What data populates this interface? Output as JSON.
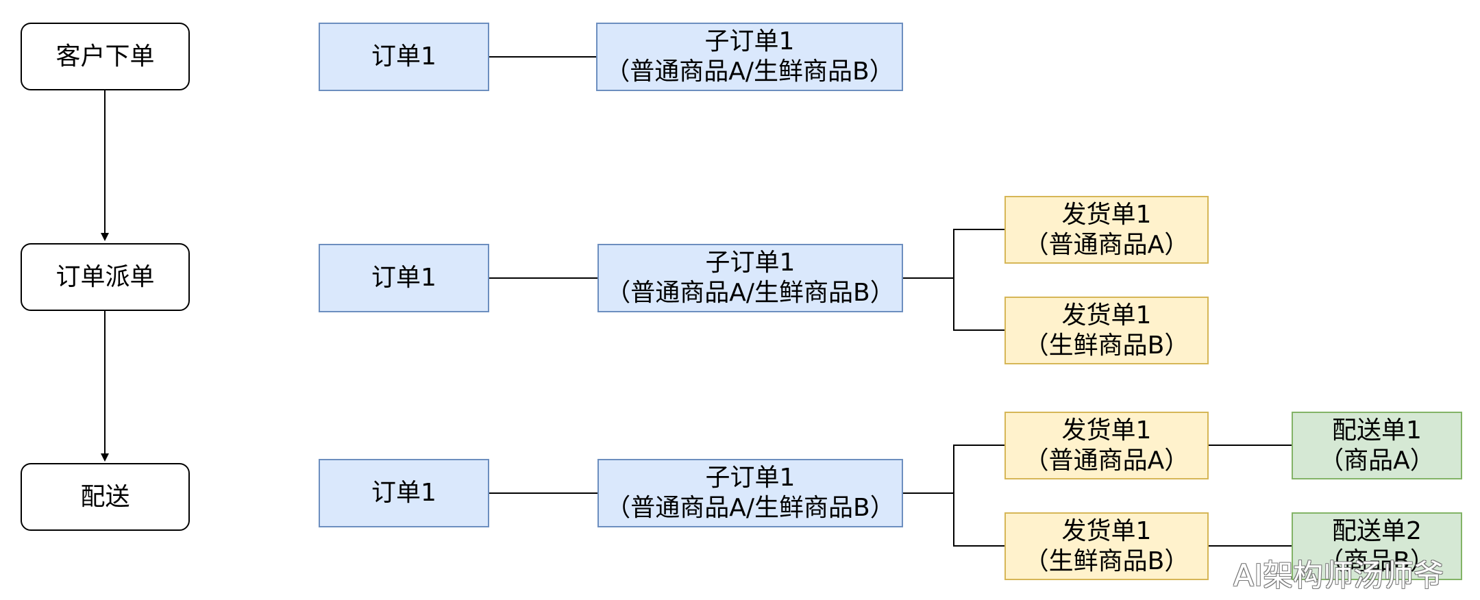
{
  "steps": [
    {
      "label": "客户下单"
    },
    {
      "label": "订单派单"
    },
    {
      "label": "配送"
    }
  ],
  "row1": {
    "order": "订单1",
    "suborder": {
      "line1": "子订单1",
      "line2": "（普通商品A/生鲜商品B）"
    }
  },
  "row2": {
    "order": "订单1",
    "suborder": {
      "line1": "子订单1",
      "line2": "（普通商品A/生鲜商品B）"
    },
    "shipments": [
      {
        "line1": "发货单1",
        "line2": "（普通商品A）"
      },
      {
        "line1": "发货单1",
        "line2": "（生鲜商品B）"
      }
    ]
  },
  "row3": {
    "order": "订单1",
    "suborder": {
      "line1": "子订单1",
      "line2": "（普通商品A/生鲜商品B）"
    },
    "shipments": [
      {
        "line1": "发货单1",
        "line2": "（普通商品A）"
      },
      {
        "line1": "发货单1",
        "line2": "（生鲜商品B）"
      }
    ],
    "deliveries": [
      {
        "line1": "配送单1",
        "line2": "（商品A）"
      },
      {
        "line1": "配送单2",
        "line2": "（商品B）"
      }
    ]
  },
  "watermark": "AI架构师汤师爷",
  "colors": {
    "order_fill": "#dae8fc",
    "order_stroke": "#6c8ebf",
    "shipment_fill": "#fff2cc",
    "shipment_stroke": "#d6b656",
    "delivery_fill": "#d5e8d4",
    "delivery_stroke": "#82b366"
  }
}
